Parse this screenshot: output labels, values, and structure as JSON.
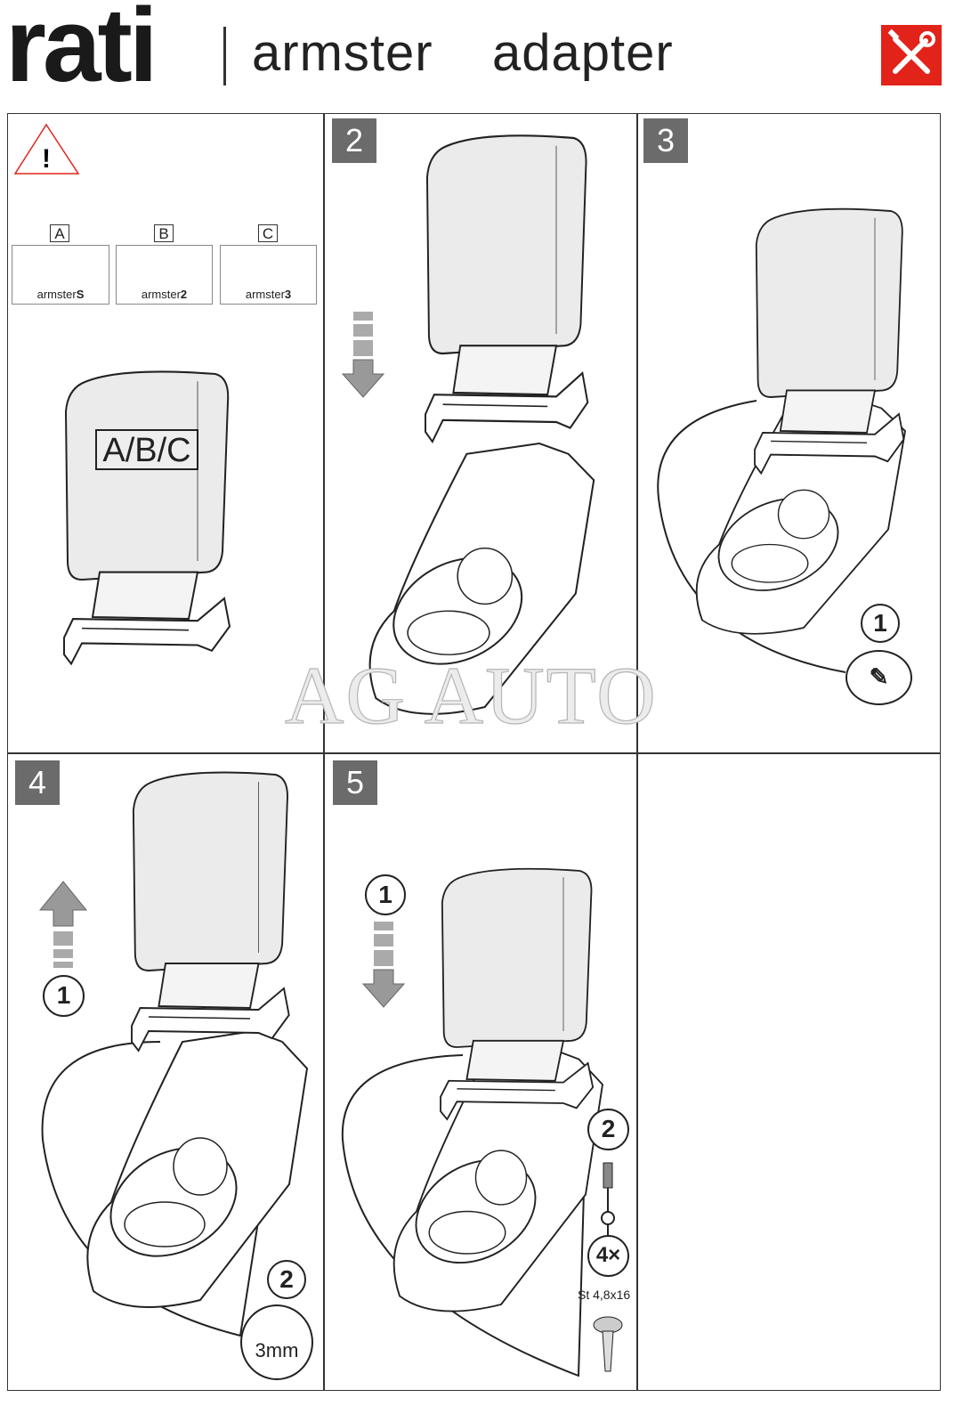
{
  "header": {
    "logo": "rati",
    "title_part1": "armster",
    "title_part2": "adapter"
  },
  "icons": {
    "tools": "tools-icon",
    "warning": "warning-icon"
  },
  "colors": {
    "accent_red": "#e2231a",
    "badge_gray": "#6b6b6b",
    "panel_fill": "#ebebeb"
  },
  "panel1": {
    "variants": [
      {
        "letter": "A",
        "name": "armster",
        "suffix": "S"
      },
      {
        "letter": "B",
        "name": "armster",
        "suffix": "2"
      },
      {
        "letter": "C",
        "name": "armster",
        "suffix": "3"
      }
    ],
    "armrest_label": "A/B/C"
  },
  "steps": {
    "s2": {
      "number": "2"
    },
    "s3": {
      "number": "3",
      "sub1": "1"
    },
    "s4": {
      "number": "4",
      "sub1": "1",
      "sub2": "2",
      "gap": "3mm"
    },
    "s5": {
      "number": "5",
      "sub1": "1",
      "sub2": "2",
      "qty": "4×",
      "screw_spec": "St 4,8x16"
    }
  },
  "watermark": "AG AUTO"
}
